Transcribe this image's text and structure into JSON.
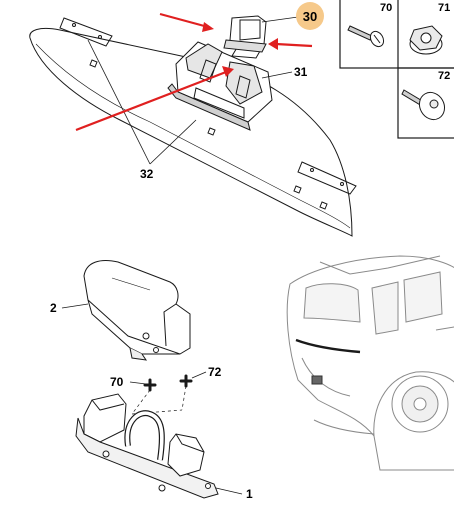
{
  "callouts": [
    {
      "id": "c30",
      "label": "30",
      "highlighted": true
    },
    {
      "id": "c31",
      "label": "31"
    },
    {
      "id": "c32",
      "label": "32"
    },
    {
      "id": "c2",
      "label": "2"
    },
    {
      "id": "c70",
      "label": "70"
    },
    {
      "id": "c72",
      "label": "72"
    },
    {
      "id": "c1",
      "label": "1"
    }
  ],
  "legend": [
    {
      "id": "l70",
      "label": "70",
      "icon": "screw-icon"
    },
    {
      "id": "l71",
      "label": "71",
      "icon": "flange-nut-icon"
    },
    {
      "id": "l72",
      "label": "72",
      "icon": "torx-bolt-icon"
    }
  ],
  "colors": {
    "line": "#1a1a1a",
    "arrow": "#e02020",
    "highlight": "#f6c98a",
    "vehicle": "#8a8a8a"
  }
}
